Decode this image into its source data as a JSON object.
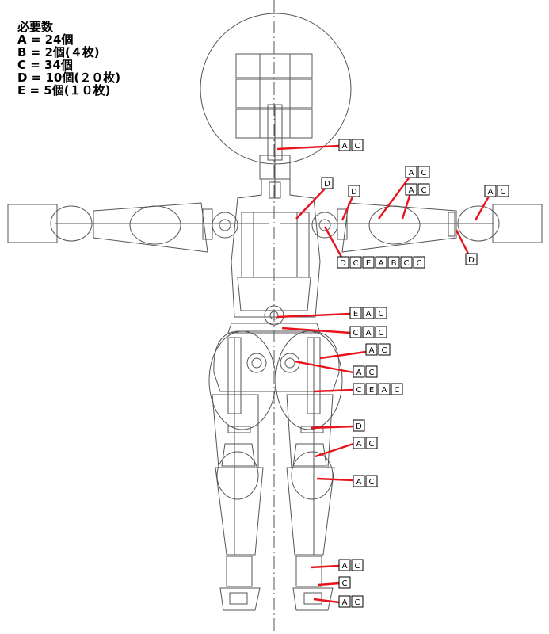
{
  "requirements": {
    "title": "必要数",
    "lines": [
      "A = 24個",
      "B = 2個(４枚)",
      "C = 34個",
      "D = 10個(２０枚)",
      "E = 5個(１０枚)"
    ]
  },
  "colors": {
    "callout": "#e8141c",
    "outline": "#555555",
    "ink": "#000000"
  },
  "callouts": [
    {
      "id": "neck",
      "parts": [
        "A",
        "C"
      ]
    },
    {
      "id": "upper-arm-top-a",
      "parts": [
        "A",
        "C"
      ]
    },
    {
      "id": "upper-arm-top-b",
      "parts": [
        "A",
        "C"
      ]
    },
    {
      "id": "wrist",
      "parts": [
        "A",
        "C"
      ]
    },
    {
      "id": "shoulder-d-a",
      "parts": [
        "D"
      ]
    },
    {
      "id": "shoulder-d-b",
      "parts": [
        "D"
      ]
    },
    {
      "id": "shoulder-joint",
      "parts": [
        "D",
        "C",
        "E",
        "A",
        "B",
        "C",
        "C"
      ]
    },
    {
      "id": "wrist-d",
      "parts": [
        "D"
      ]
    },
    {
      "id": "waist",
      "parts": [
        "E",
        "A",
        "C"
      ]
    },
    {
      "id": "hip-top",
      "parts": [
        "C",
        "A",
        "C"
      ]
    },
    {
      "id": "thigh-upper",
      "parts": [
        "A",
        "C"
      ]
    },
    {
      "id": "hip-joint",
      "parts": [
        "A",
        "C"
      ]
    },
    {
      "id": "thigh-lower",
      "parts": [
        "C",
        "E",
        "A",
        "C"
      ]
    },
    {
      "id": "knee-d",
      "parts": [
        "D"
      ]
    },
    {
      "id": "knee",
      "parts": [
        "A",
        "C"
      ]
    },
    {
      "id": "calf",
      "parts": [
        "A",
        "C"
      ]
    },
    {
      "id": "ankle",
      "parts": [
        "A",
        "C"
      ]
    },
    {
      "id": "foot-c",
      "parts": [
        "C"
      ]
    },
    {
      "id": "foot",
      "parts": [
        "A",
        "C"
      ]
    }
  ]
}
